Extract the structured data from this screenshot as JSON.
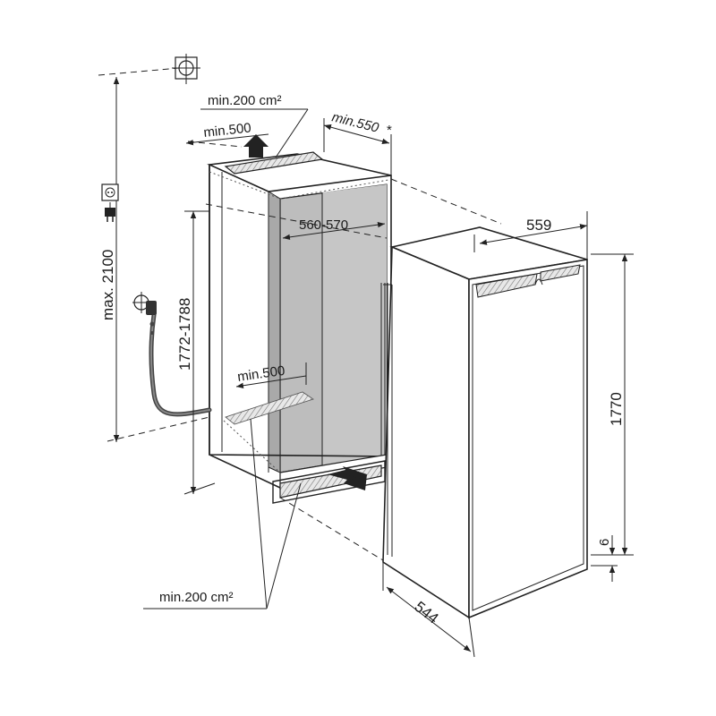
{
  "labels": {
    "top_vent_area": "min.200 cm²",
    "top_vent_depth": "min.500",
    "top_clearance": "min.550",
    "top_clearance_mark": "*",
    "niche_width": "560-570",
    "appliance_width": "559",
    "max_socket_height": "max. 2100",
    "niche_height": "1772-1788",
    "appliance_height": "1770",
    "bottom_vent_depth": "min.500",
    "bottom_vent_area": "min.200 cm²",
    "appliance_depth": "544",
    "plinth_offset": "6"
  },
  "icons": [
    "crosshair-icon",
    "power-socket-icon",
    "power-plug-icon",
    "water-tap-icon",
    "airflow-arrow-icon"
  ],
  "colors": {
    "niche_interior": "#bdbdbd",
    "niche_side": "#a9a9a9",
    "line": "#222222"
  }
}
